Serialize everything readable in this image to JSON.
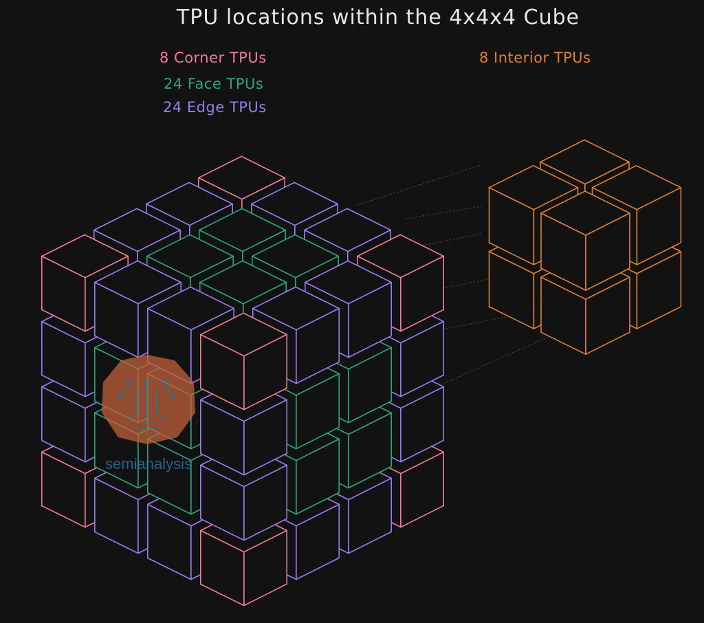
{
  "title": "TPU locations within the 4x4x4 Cube",
  "legend": {
    "corner": {
      "label": "8 Corner TPUs",
      "color": "#f27c96"
    },
    "face": {
      "label": "24 Face TPUs",
      "color": "#2fa57a"
    },
    "edge": {
      "label": "24 Edge TPUs",
      "color": "#9a7cf2"
    },
    "interior": {
      "label": "8 Interior TPUs",
      "color": "#e07f33"
    }
  },
  "watermark": {
    "text": "semianalysis"
  }
}
